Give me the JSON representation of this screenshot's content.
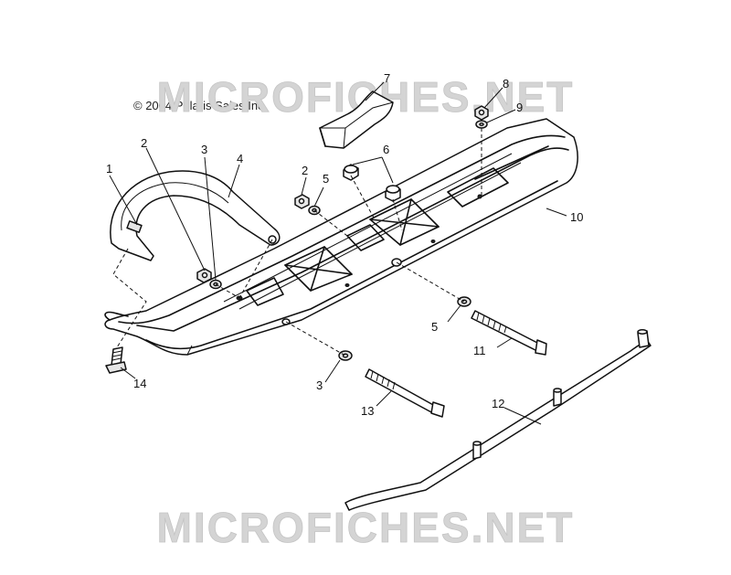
{
  "diagram": {
    "copyright": "© 2004 Polaris Sales Inc.",
    "watermark_top": "MICROFICHES.NET",
    "watermark_bottom": "MICROFICHES.NET",
    "callouts": {
      "c1": "1",
      "c2a": "2",
      "c2b": "2",
      "c3a": "3",
      "c3b": "3",
      "c4": "4",
      "c5a": "5",
      "c5b": "5",
      "c6": "6",
      "c7": "7",
      "c8": "8",
      "c9": "9",
      "c10": "10",
      "c11": "11",
      "c12": "12",
      "c13": "13",
      "c14": "14"
    },
    "colors": {
      "line": "#111111",
      "watermark": "#d4d4d4",
      "background": "#ffffff"
    }
  }
}
